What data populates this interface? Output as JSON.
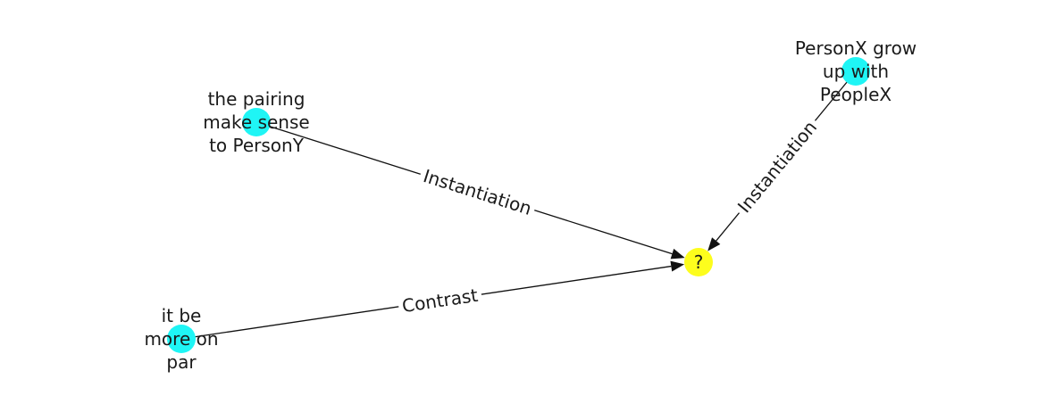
{
  "colors": {
    "context_node": "#1ff5f5",
    "target_node": "#fdfd1d",
    "edge": "#111111",
    "label_bg": "#ffffff"
  },
  "nodes": [
    {
      "id": "n1",
      "kind": "context",
      "lines": [
        "the pairing",
        "make sense",
        "to PersonY"
      ]
    },
    {
      "id": "n2",
      "kind": "context",
      "lines": [
        "PersonX grow",
        "up with",
        "PeopleX"
      ]
    },
    {
      "id": "n3",
      "kind": "context",
      "lines": [
        "it be",
        "more on",
        "par"
      ]
    },
    {
      "id": "n4",
      "kind": "target",
      "lines": [
        "?"
      ]
    }
  ],
  "edges": [
    {
      "from": "n1",
      "to": "n4",
      "label": "Instantiation"
    },
    {
      "from": "n2",
      "to": "n4",
      "label": "Instantiation"
    },
    {
      "from": "n3",
      "to": "n4",
      "label": "Contrast"
    }
  ]
}
